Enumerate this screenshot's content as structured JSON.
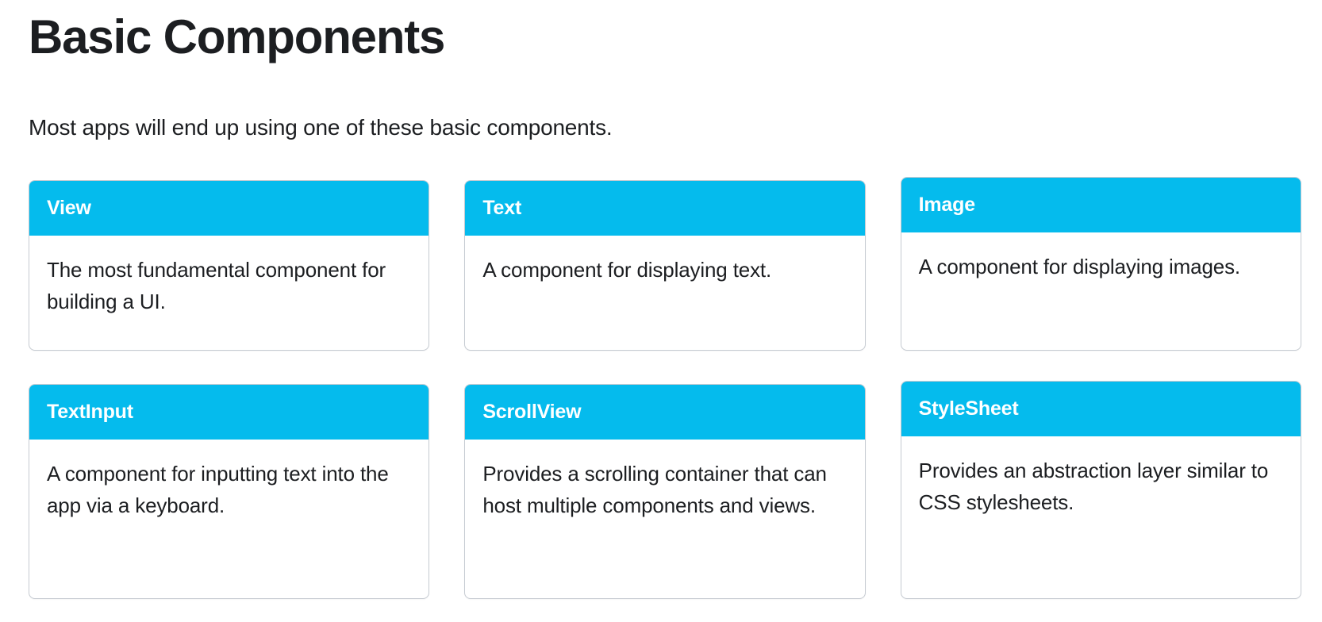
{
  "page": {
    "title": "Basic Components",
    "subtitle": "Most apps will end up using one of these basic components."
  },
  "theme": {
    "header_background": "#05bbed",
    "header_text": "#ffffff",
    "card_border": "#c6cbd2",
    "card_background": "#ffffff",
    "body_text": "#1c1e21",
    "page_background": "#ffffff"
  },
  "cards": [
    {
      "title": "View",
      "description": "The most fundamental component for building a UI."
    },
    {
      "title": "Text",
      "description": "A component for displaying text."
    },
    {
      "title": "Image",
      "description": "A component for displaying images."
    },
    {
      "title": "TextInput",
      "description": "A component for inputting text into the app via a keyboard."
    },
    {
      "title": "ScrollView",
      "description": "Provides a scrolling container that can host multiple components and views."
    },
    {
      "title": "StyleSheet",
      "description": "Provides an abstraction layer similar to CSS stylesheets."
    }
  ]
}
